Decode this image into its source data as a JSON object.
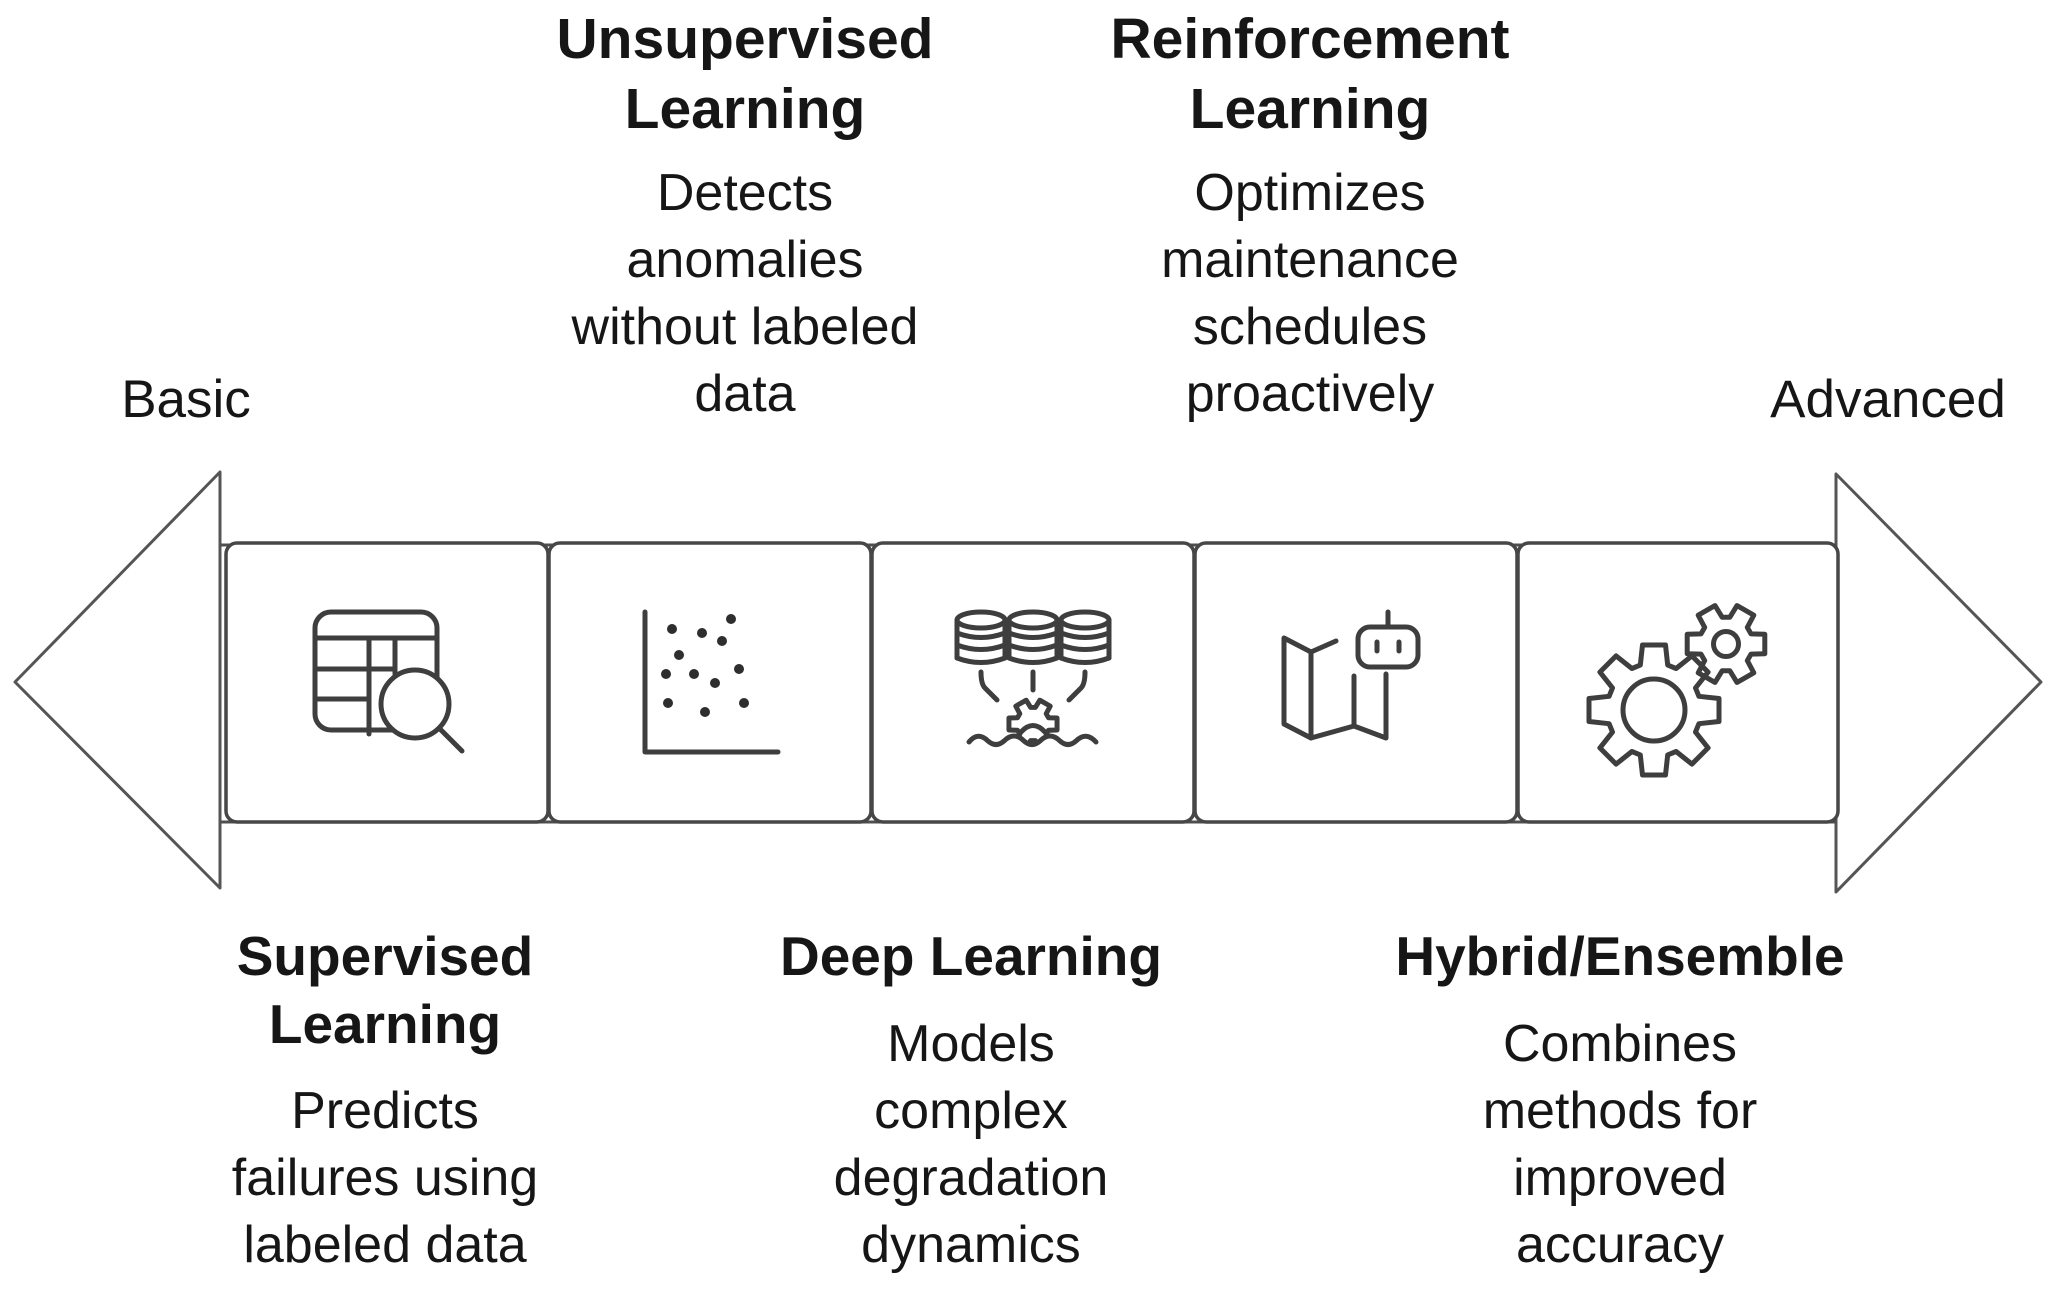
{
  "diagram": {
    "type": "spectrum-arrow",
    "colors": {
      "background": "#ffffff",
      "ink": "#161616",
      "box_border": "#474747",
      "arrow_line": "#555555",
      "icon_stroke": "#3e3e3e"
    },
    "spectrum": {
      "left_label": "Basic",
      "right_label": "Advanced"
    },
    "methods": [
      {
        "id": "supervised-learning",
        "title": "Supervised\nLearning",
        "description": "Predicts\nfailures using\nlabeled data",
        "label_position": "bottom",
        "icon": "table-search-icon"
      },
      {
        "id": "unsupervised-learning",
        "title": "Unsupervised\nLearning",
        "description": "Detects\nanomalies\nwithout labeled\ndata",
        "label_position": "top",
        "icon": "scatter-plot-icon"
      },
      {
        "id": "deep-learning",
        "title": "Deep Learning",
        "description": "Models\ncomplex\ndegradation\ndynamics",
        "label_position": "bottom",
        "icon": "data-lake-icon"
      },
      {
        "id": "reinforcement-learning",
        "title": "Reinforcement\nLearning",
        "description": "Optimizes\nmaintenance\nschedules\nproactively",
        "label_position": "top",
        "icon": "map-robot-icon"
      },
      {
        "id": "hybrid-ensemble",
        "title": "Hybrid/Ensemble",
        "description": "Combines\nmethods for\nimproved\naccuracy",
        "label_position": "bottom",
        "icon": "gears-icon"
      }
    ]
  }
}
